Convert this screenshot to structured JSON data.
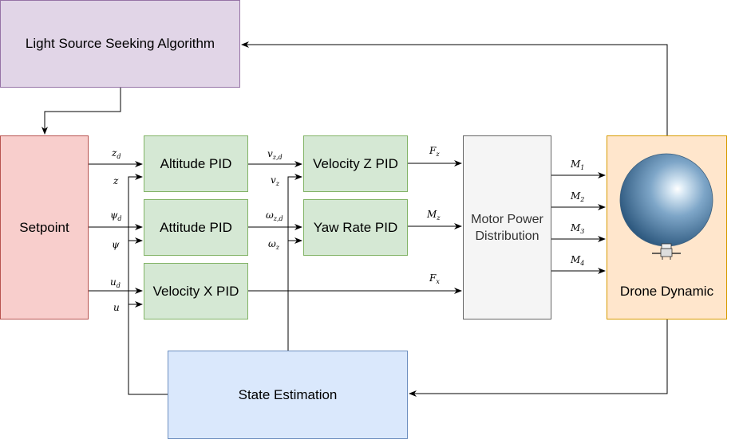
{
  "blocks": {
    "light_source": "Light Source Seeking Algorithm",
    "setpoint": "Setpoint",
    "altitude_pid": "Altitude PID",
    "attitude_pid": "Attitude PID",
    "velocity_x_pid": "Velocity X PID",
    "velocity_z_pid": "Velocity Z PID",
    "yaw_rate_pid": "Yaw Rate PID",
    "motor_power": "Motor Power Distribution",
    "drone_dynamic": "Drone Dynamic",
    "state_estimation": "State Estimation"
  },
  "signals": {
    "z_d": {
      "base": "z",
      "sub": "d"
    },
    "z": {
      "base": "z",
      "sub": ""
    },
    "psi_d": {
      "base": "ψ",
      "sub": "d"
    },
    "psi": {
      "base": "ψ",
      "sub": ""
    },
    "u_d": {
      "base": "u",
      "sub": "d"
    },
    "u": {
      "base": "u",
      "sub": ""
    },
    "v_zd": {
      "base": "v",
      "sub": "z,d"
    },
    "v_z": {
      "base": "v",
      "sub": "z"
    },
    "omega_zd": {
      "base": "ω",
      "sub": "z,d"
    },
    "omega_z": {
      "base": "ω",
      "sub": "z"
    },
    "F_z": {
      "base": "F",
      "sub": "z"
    },
    "M_z": {
      "base": "M",
      "sub": "z"
    },
    "F_x": {
      "base": "F",
      "sub": "x"
    },
    "M_1": {
      "base": "M",
      "sub": "1"
    },
    "M_2": {
      "base": "M",
      "sub": "2"
    },
    "M_3": {
      "base": "M",
      "sub": "3"
    },
    "M_4": {
      "base": "M",
      "sub": "4"
    }
  },
  "colors": {
    "light_source_fill": "#e1d5e7",
    "light_source_stroke": "#9673a6",
    "setpoint_fill": "#f8cecc",
    "setpoint_stroke": "#b85450",
    "pid_fill": "#d5e8d4",
    "pid_stroke": "#82b366",
    "motor_fill": "#f5f5f5",
    "motor_stroke": "#666666",
    "drone_fill": "#ffe6cc",
    "drone_stroke": "#d79b00",
    "state_fill": "#dae8fc",
    "state_stroke": "#6c8ebf"
  },
  "icons": {
    "drone": "spherical-drone-icon"
  }
}
